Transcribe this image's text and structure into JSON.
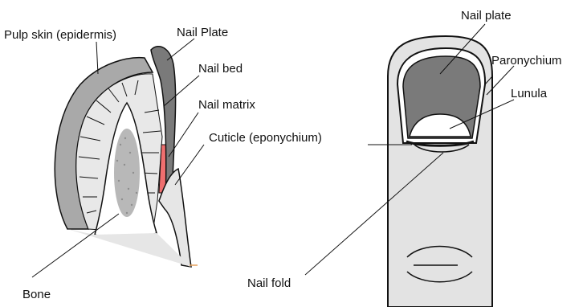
{
  "labels": {
    "pulp_skin": "Pulp skin (epidermis)",
    "nail_plate_left": "Nail Plate",
    "nail_bed": "Nail bed",
    "nail_matrix": "Nail matrix",
    "cuticle": "Cuticle (eponychium)",
    "bone": "Bone",
    "nail_plate_right": "Nail plate",
    "paronychium": "Paronychium",
    "lunula": "Lunula",
    "nail_fold": "Nail fold"
  },
  "colors": {
    "nail_plate": "#7a7a7a",
    "skin_outer": "#a9a9a9",
    "tissue": "#e6e6e6",
    "nail_matrix": "#ef6f6f",
    "bone_speckle": "#b8b8b8",
    "finger_fill": "#e3e3e3",
    "outline": "#111111"
  }
}
